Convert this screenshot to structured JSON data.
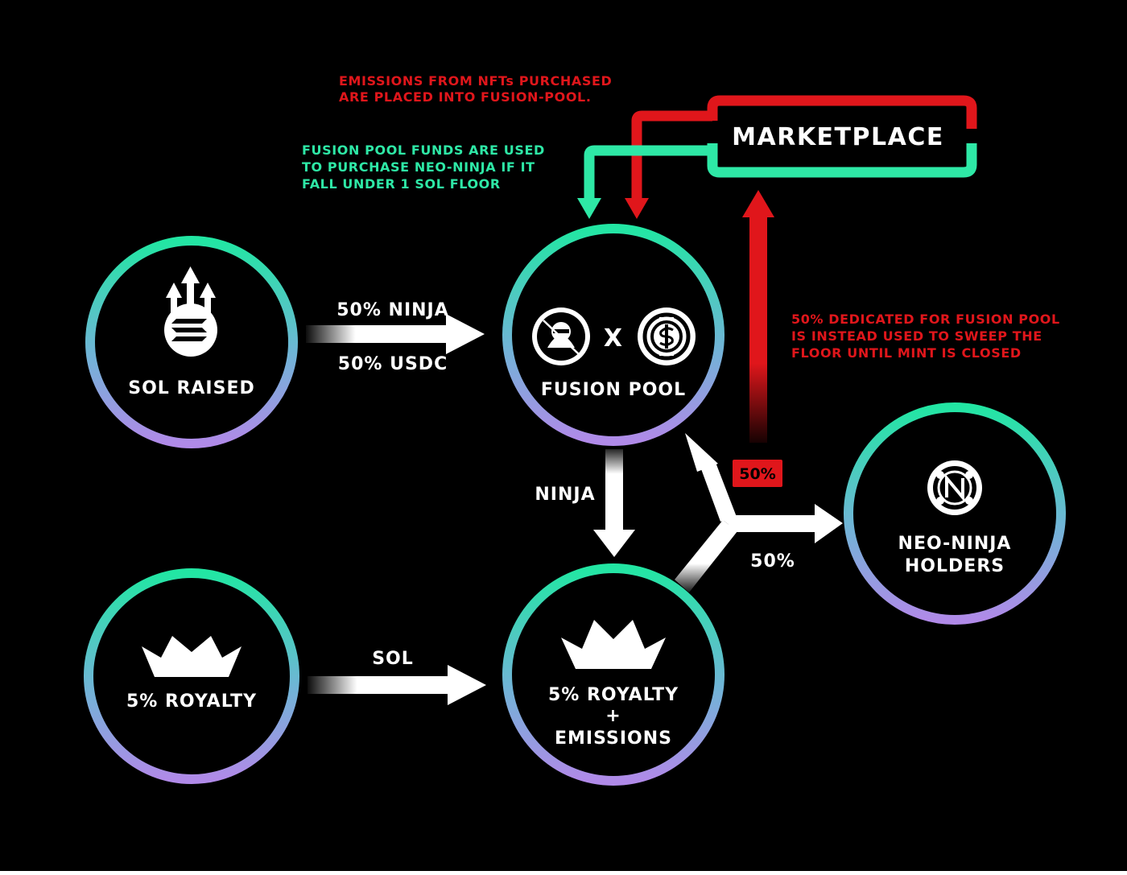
{
  "colors": {
    "background": "#000000",
    "ring_top": "#22e6a3",
    "ring_bottom": "#b08ae8",
    "red": "#e0161b",
    "green": "#2ee8a6",
    "white": "#ffffff"
  },
  "nodes": {
    "sol_raised": {
      "label": "SOL RAISED",
      "icon": "solana-arrows-icon"
    },
    "fusion_pool": {
      "label": "FUSION POOL",
      "x_label": "X",
      "icons": [
        "ninja-token-icon",
        "usdc-icon"
      ]
    },
    "five_royalty": {
      "label": "5% ROYALTY",
      "icon": "crown-icon"
    },
    "royalty_emissions": {
      "line1": "5% ROYALTY",
      "line2": "+",
      "line3": "EMISSIONS",
      "icon": "crown-icon"
    },
    "neo_ninja_holders": {
      "line1": "NEO-NINJA",
      "line2": "HOLDERS",
      "icon": "neo-ninja-logo-icon"
    }
  },
  "marketplace": {
    "label": "MARKETPLACE"
  },
  "flows": {
    "sol_to_fusion_top": "50% NINJA",
    "sol_to_fusion_bottom": "50% USDC",
    "fusion_to_royalty": "NINJA",
    "royalty_to_emissions": "SOL",
    "to_holders": "50%",
    "to_marketplace_badge": "50%"
  },
  "notes": {
    "emissions": [
      "EMISSIONS FROM NFTs PURCHASED",
      "ARE PLACED INTO FUSION-POOL."
    ],
    "fusion_funds": [
      "FUSION POOL FUNDS ARE USED",
      "TO PURCHASE NEO-NINJA IF IT",
      "FALL UNDER 1 SOL FLOOR"
    ],
    "dedicated": [
      "50% DEDICATED FOR FUSION POOL",
      "IS INSTEAD USED TO SWEEP THE",
      "FLOOR UNTIL MINT IS CLOSED"
    ]
  }
}
